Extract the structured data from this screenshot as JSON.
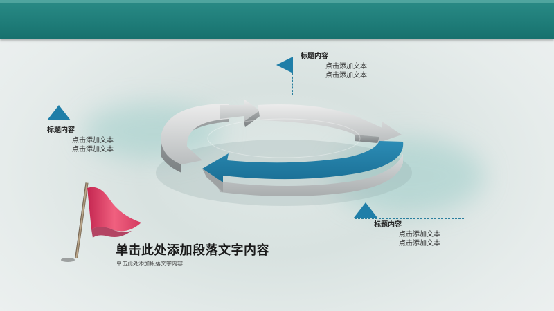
{
  "nodes": [
    {
      "title": "标题内容",
      "line1": "点击添加文本",
      "line2": "点击添加文本"
    },
    {
      "title": "标题内容",
      "line1": "点击添加文本",
      "line2": "点击添加文本"
    },
    {
      "title": "标题内容",
      "line1": "点击添加文本",
      "line2": "点击添加文本"
    }
  ],
  "main_title": "单击此处添加段落文字内容",
  "sub_title": "单击此处添加段落文字内容",
  "colors": {
    "header": "#1e7c78",
    "accent_blue": "#1f7ea8",
    "arrow_gray": "#bfc3c4",
    "flag_red": "#e03a63"
  },
  "icons": [
    "flag-icon",
    "triangle-marker-icon",
    "cycle-arrows-icon"
  ]
}
